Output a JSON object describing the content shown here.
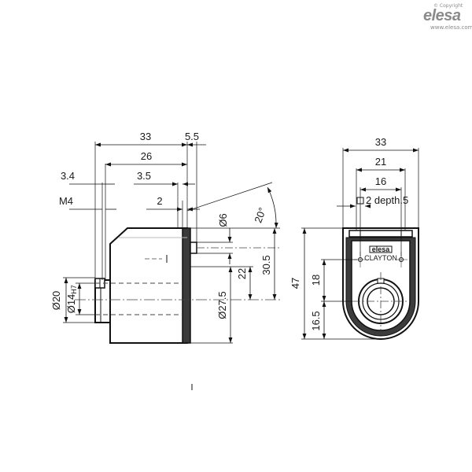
{
  "brand": {
    "copyright": "© Copyright",
    "logo": "elesa",
    "url": "www.elesa.com"
  },
  "side_view": {
    "dims": {
      "top_33": "33",
      "top_5_5": "5.5",
      "top_26": "26",
      "top_3_4": "3.4",
      "top_3_5": "3.5",
      "m4": "M4",
      "top_2": "2",
      "angle_20": "20°",
      "d6": "Ø6",
      "h22": "22",
      "h30_5": "30.5",
      "d27_5": "Ø27.5",
      "d20": "Ø20",
      "d14": "Ø14",
      "d14_tol": "H7"
    }
  },
  "front_view": {
    "dims": {
      "w33": "33",
      "w21": "21",
      "w16": "16",
      "square_depth": "2 depth.5",
      "h47": "47",
      "h18": "18",
      "h16_5": "16.5"
    },
    "labels": {
      "brand_plate": "elesa",
      "model": "CLAYTON"
    }
  }
}
